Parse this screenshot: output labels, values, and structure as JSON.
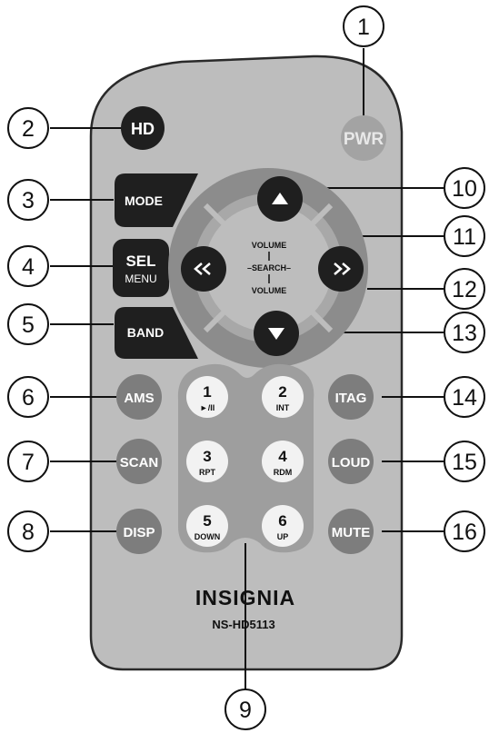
{
  "remote": {
    "power_label": "PWR",
    "hd_label": "HD",
    "mode_label": "MODE",
    "sel_label": "SEL",
    "menu_label": "MENU",
    "band_label": "BAND",
    "ams_label": "AMS",
    "scan_label": "SCAN",
    "disp_label": "DISP",
    "itag_label": "ITAG",
    "loud_label": "LOUD",
    "mute_label": "MUTE",
    "dpad": {
      "volume_top": "VOLUME",
      "search": "–SEARCH–",
      "volume_bottom": "VOLUME"
    },
    "keys": [
      {
        "num": "1",
        "sub": "►/II"
      },
      {
        "num": "2",
        "sub": "INT"
      },
      {
        "num": "3",
        "sub": "RPT"
      },
      {
        "num": "4",
        "sub": "RDM"
      },
      {
        "num": "5",
        "sub": "DOWN"
      },
      {
        "num": "6",
        "sub": "UP"
      }
    ],
    "brand": "INSIGNIA",
    "model": "NS-HD5113"
  },
  "callouts": [
    "1",
    "2",
    "3",
    "4",
    "5",
    "6",
    "7",
    "8",
    "9",
    "10",
    "11",
    "12",
    "13",
    "14",
    "15",
    "16"
  ],
  "colors": {
    "body": "#bdbdbd",
    "dark_button": "#1f1f1f",
    "gray_button": "#7d7d7d",
    "dpad_ring": "#8c8c8c",
    "power": "#a3a3a3",
    "keypad_bg": "#9e9e9e",
    "key_face": "#f2f2f2"
  },
  "icons": {
    "up": "triangle-up-icon",
    "down": "triangle-down-icon",
    "rewind": "double-left-arrow-icon",
    "forward": "double-right-arrow-icon"
  }
}
